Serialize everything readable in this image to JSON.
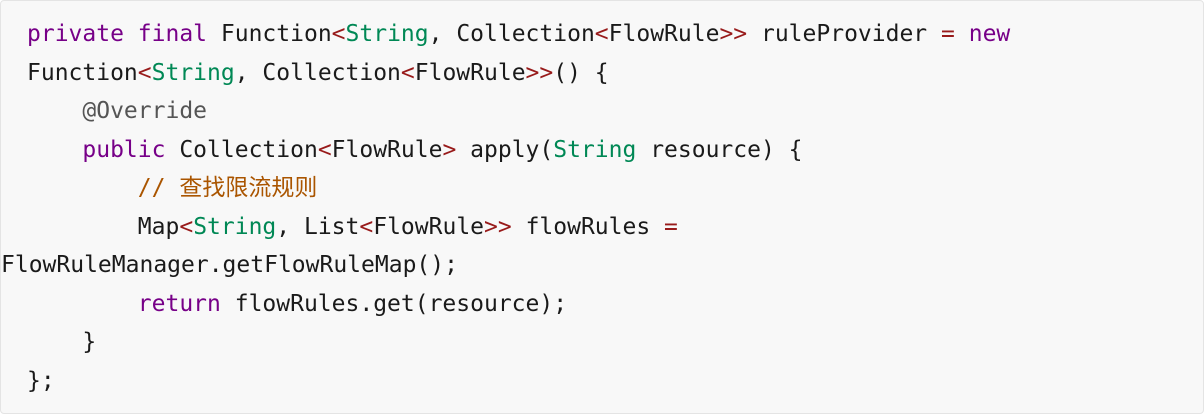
{
  "lines": [
    {
      "indent": "",
      "tokens": [
        {
          "t": "private",
          "k": "kw"
        },
        {
          "t": " ",
          "k": "var"
        },
        {
          "t": "final",
          "k": "kw"
        },
        {
          "t": " Function",
          "k": "var"
        },
        {
          "t": "<",
          "k": "op"
        },
        {
          "t": "String",
          "k": "type"
        },
        {
          "t": ", Collection",
          "k": "var"
        },
        {
          "t": "<",
          "k": "op"
        },
        {
          "t": "FlowRule",
          "k": "var"
        },
        {
          "t": ">>",
          "k": "op"
        },
        {
          "t": " ruleProvider ",
          "k": "var"
        },
        {
          "t": "=",
          "k": "op"
        },
        {
          "t": " ",
          "k": "var"
        },
        {
          "t": "new",
          "k": "kw"
        }
      ]
    },
    {
      "indent": "",
      "tokens": [
        {
          "t": "Function",
          "k": "var"
        },
        {
          "t": "<",
          "k": "op"
        },
        {
          "t": "String",
          "k": "type"
        },
        {
          "t": ", Collection",
          "k": "var"
        },
        {
          "t": "<",
          "k": "op"
        },
        {
          "t": "FlowRule",
          "k": "var"
        },
        {
          "t": ">>",
          "k": "op"
        },
        {
          "t": "() {",
          "k": "var"
        }
      ]
    },
    {
      "indent": "    ",
      "tokens": [
        {
          "t": "@Override",
          "k": "meta"
        }
      ]
    },
    {
      "indent": "    ",
      "tokens": [
        {
          "t": "public",
          "k": "kw"
        },
        {
          "t": " Collection",
          "k": "var"
        },
        {
          "t": "<",
          "k": "op"
        },
        {
          "t": "FlowRule",
          "k": "var"
        },
        {
          "t": ">",
          "k": "op"
        },
        {
          "t": " apply(",
          "k": "var"
        },
        {
          "t": "String",
          "k": "type"
        },
        {
          "t": " resource) {",
          "k": "var"
        }
      ]
    },
    {
      "indent": "        ",
      "tokens": [
        {
          "t": "// 查找限流规则",
          "k": "cm"
        }
      ]
    },
    {
      "indent": "        ",
      "tokens": [
        {
          "t": "Map",
          "k": "var"
        },
        {
          "t": "<",
          "k": "op"
        },
        {
          "t": "String",
          "k": "type"
        },
        {
          "t": ", List",
          "k": "var"
        },
        {
          "t": "<",
          "k": "op"
        },
        {
          "t": "FlowRule",
          "k": "var"
        },
        {
          "t": ">>",
          "k": "op"
        },
        {
          "t": " flowRules ",
          "k": "var"
        },
        {
          "t": "=",
          "k": "op"
        }
      ]
    },
    {
      "indent": "",
      "wrapped": true,
      "tokens": [
        {
          "t": "FlowRuleManager.getFlowRuleMap();",
          "k": "var"
        }
      ]
    },
    {
      "indent": "        ",
      "tokens": [
        {
          "t": "return",
          "k": "kw"
        },
        {
          "t": " flowRules.get(resource);",
          "k": "var"
        }
      ]
    },
    {
      "indent": "    ",
      "tokens": [
        {
          "t": "}",
          "k": "var"
        }
      ]
    },
    {
      "indent": "",
      "tokens": [
        {
          "t": "};",
          "k": "var"
        }
      ]
    }
  ]
}
